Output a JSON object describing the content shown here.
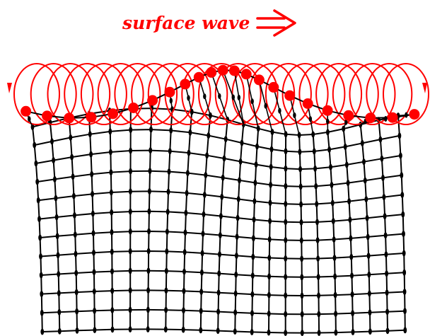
{
  "title": "surface wave",
  "title_icon": "right-double-arrow-icon",
  "colors": {
    "accent": "#ff0000",
    "grid": "#000000",
    "background": "#ffffff"
  },
  "grid": {
    "columns": 22,
    "rows": 12
  },
  "orbits": {
    "count": 23,
    "direction_icons": [
      "left-arrowhead-icon",
      "right-arrowhead-icon"
    ]
  }
}
